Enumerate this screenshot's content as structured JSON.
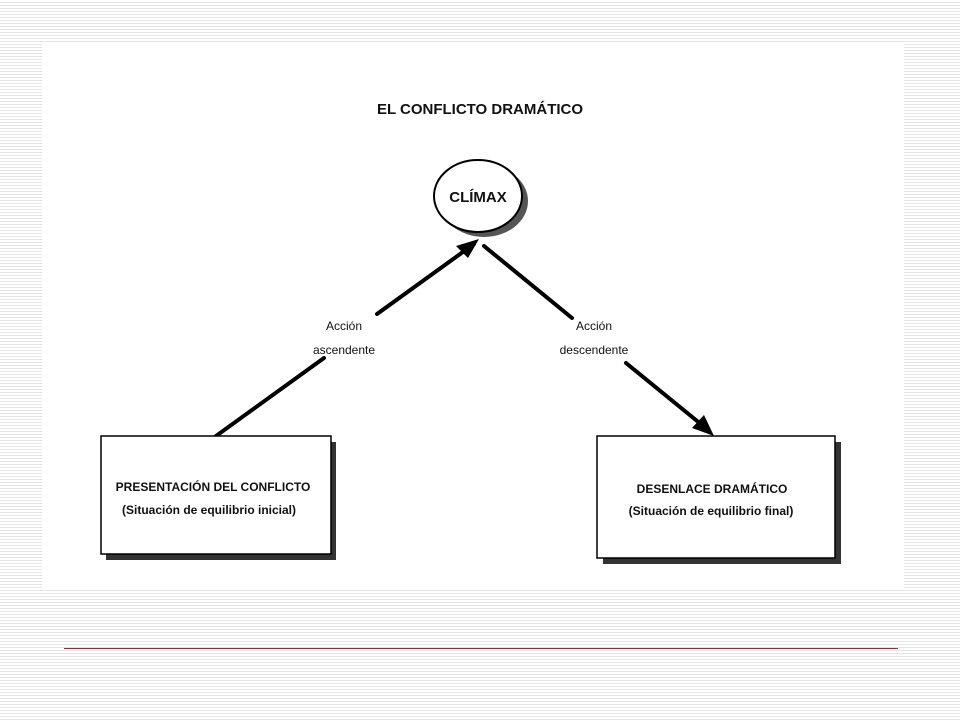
{
  "slide": {
    "title": "EL CONFLICTO DRAMÁTICO",
    "rule_color": "#9b2a2a"
  },
  "diagram": {
    "climax": {
      "label": "CLÍMAX"
    },
    "rising_action": {
      "line1": "Acción",
      "line2": "ascendente"
    },
    "falling_action": {
      "line1": "Acción",
      "line2": "descendente"
    },
    "presentation": {
      "title": "PRESENTACIÓN DEL CONFLICTO",
      "subtitle": "(Situación de equilibrio inicial)"
    },
    "resolution": {
      "title": "DESENLACE DRAMÁTICO",
      "subtitle": "(Situación de equilibrio final)"
    }
  }
}
